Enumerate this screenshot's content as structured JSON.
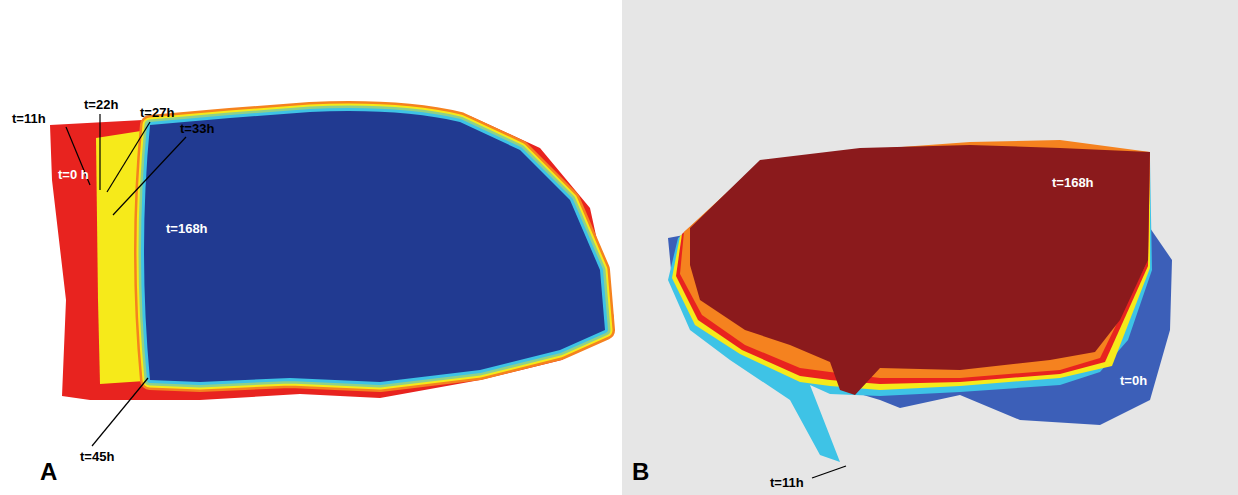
{
  "diagram": {
    "labels": [
      "t=11h",
      "t=22h",
      "t=27h",
      "t=33h",
      "t=0 h",
      "t=168h",
      "t=45h",
      "A",
      "t=168h",
      "t=0h",
      "t=11h",
      "B"
    ]
  }
}
